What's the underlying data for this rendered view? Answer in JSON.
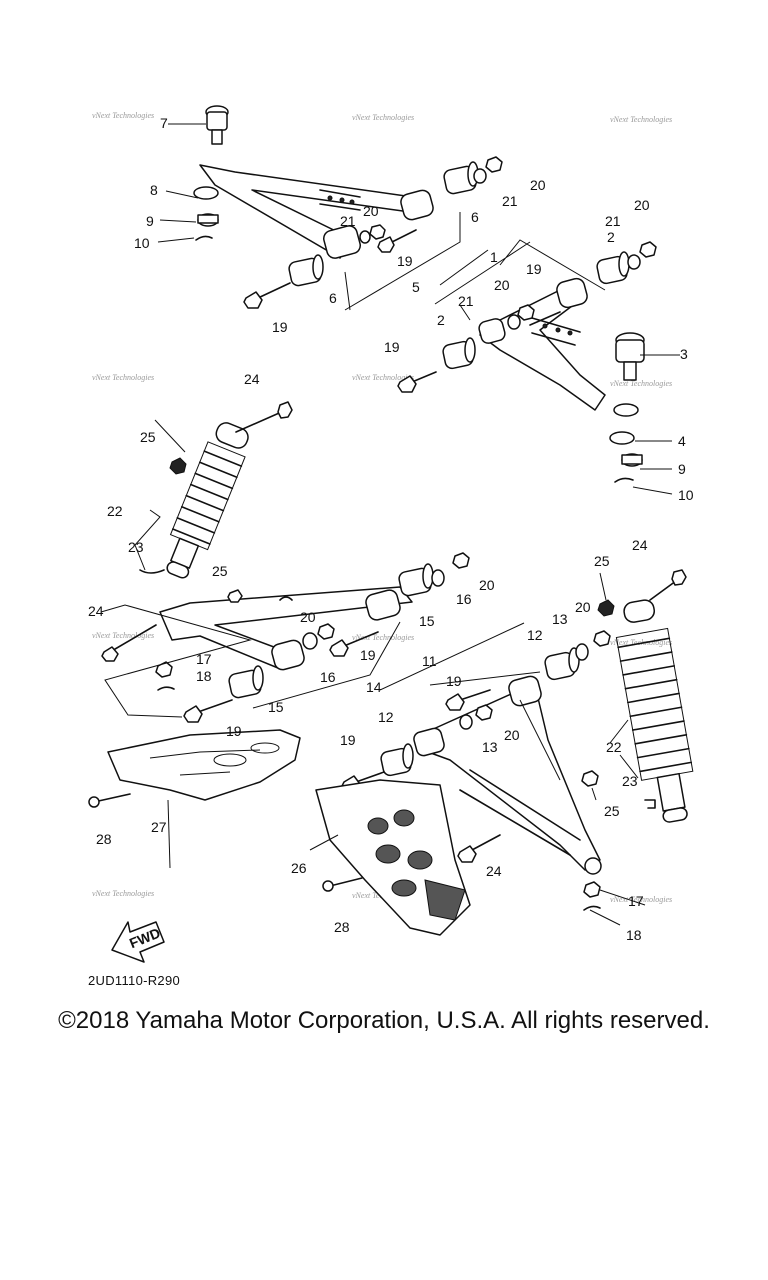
{
  "diagram": {
    "watermark_text": "vNext Technologies",
    "part_code": "2UD1110-R290",
    "fwd_label": "FWD",
    "copyright": "©2018 Yamaha Motor Corporation, U.S.A. All rights reserved.",
    "callouts": {
      "c1": "1",
      "c2a": "2",
      "c2b": "2",
      "c3": "3",
      "c4": "4",
      "c5": "5",
      "c6a": "6",
      "c6b": "6",
      "c7a": "7",
      "c7b": "17",
      "c8": "8",
      "c9a": "9",
      "c9b": "9",
      "c10a": "10",
      "c10b": "10",
      "c11": "11",
      "c12a": "12",
      "c12b": "12",
      "c13a": "13",
      "c13b": "13",
      "c14": "14",
      "c15a": "15",
      "c15b": "15",
      "c16a": "16",
      "c16b": "16",
      "c17a": "17",
      "c18a": "18",
      "c18b": "18",
      "c19a": "19",
      "c19b": "19",
      "c19c": "19",
      "c19d": "19",
      "c19e": "19",
      "c19f": "19",
      "c19g": "19",
      "c20a": "20",
      "c20b": "20",
      "c20c": "20",
      "c20d": "20",
      "c20e": "20",
      "c20f": "20",
      "c20g": "20",
      "c20h": "20",
      "c21a": "21",
      "c21b": "21",
      "c21c": "21",
      "c21d": "21",
      "c22a": "22",
      "c22b": "22",
      "c23a": "23",
      "c23b": "23",
      "c24a": "24",
      "c24b": "24",
      "c24c": "24",
      "c24d": "24",
      "c25a": "25",
      "c25b": "25",
      "c25c": "25",
      "c25d": "25",
      "c26": "26",
      "c27": "27",
      "c28a": "28",
      "c28b": "28"
    }
  }
}
